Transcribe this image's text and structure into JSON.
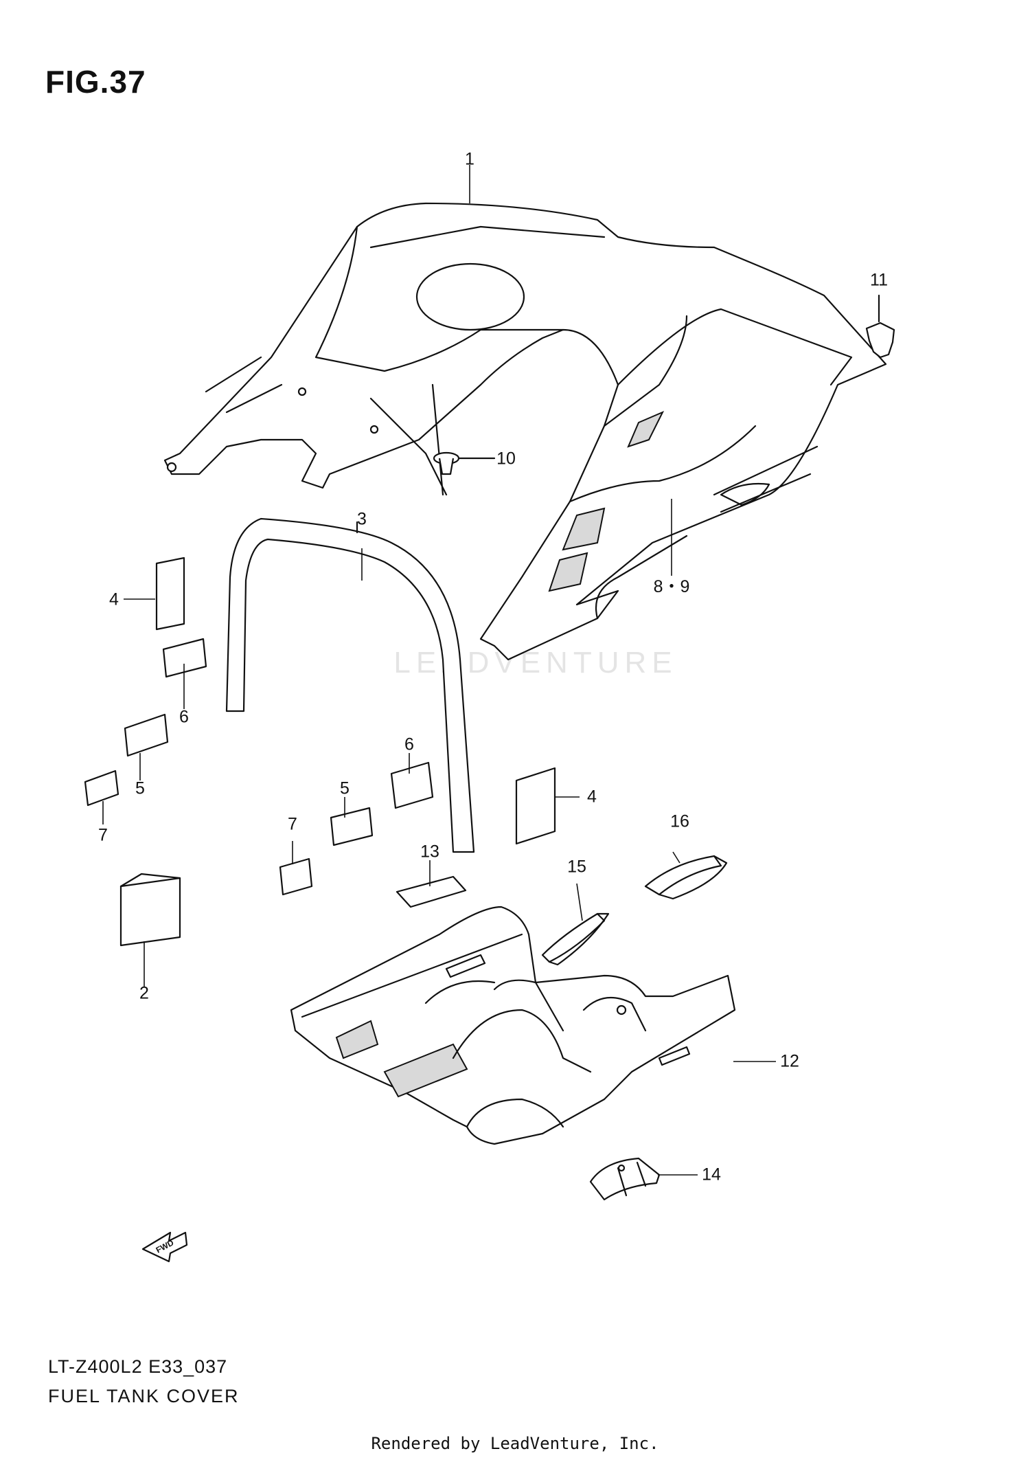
{
  "figure": {
    "title": "FIG.37"
  },
  "footer": {
    "model_code": "LT-Z400L2 E33_037",
    "description": "FUEL TANK COVER",
    "credit": "Rendered by LeadVenture, Inc."
  },
  "watermark": "LEADVENTURE",
  "fwd_label": "FWD",
  "callouts": [
    {
      "id": "c1",
      "label": "1"
    },
    {
      "id": "c2",
      "label": "2"
    },
    {
      "id": "c3",
      "label": "3"
    },
    {
      "id": "c4a",
      "label": "4"
    },
    {
      "id": "c4b",
      "label": "4"
    },
    {
      "id": "c5a",
      "label": "5"
    },
    {
      "id": "c5b",
      "label": "5"
    },
    {
      "id": "c6a",
      "label": "6"
    },
    {
      "id": "c6b",
      "label": "6"
    },
    {
      "id": "c7a",
      "label": "7"
    },
    {
      "id": "c7b",
      "label": "7"
    },
    {
      "id": "c89",
      "label": "8・9"
    },
    {
      "id": "c10",
      "label": "10"
    },
    {
      "id": "c11",
      "label": "11"
    },
    {
      "id": "c12",
      "label": "12"
    },
    {
      "id": "c13",
      "label": "13"
    },
    {
      "id": "c14",
      "label": "14"
    },
    {
      "id": "c15",
      "label": "15"
    },
    {
      "id": "c16",
      "label": "16"
    }
  ]
}
